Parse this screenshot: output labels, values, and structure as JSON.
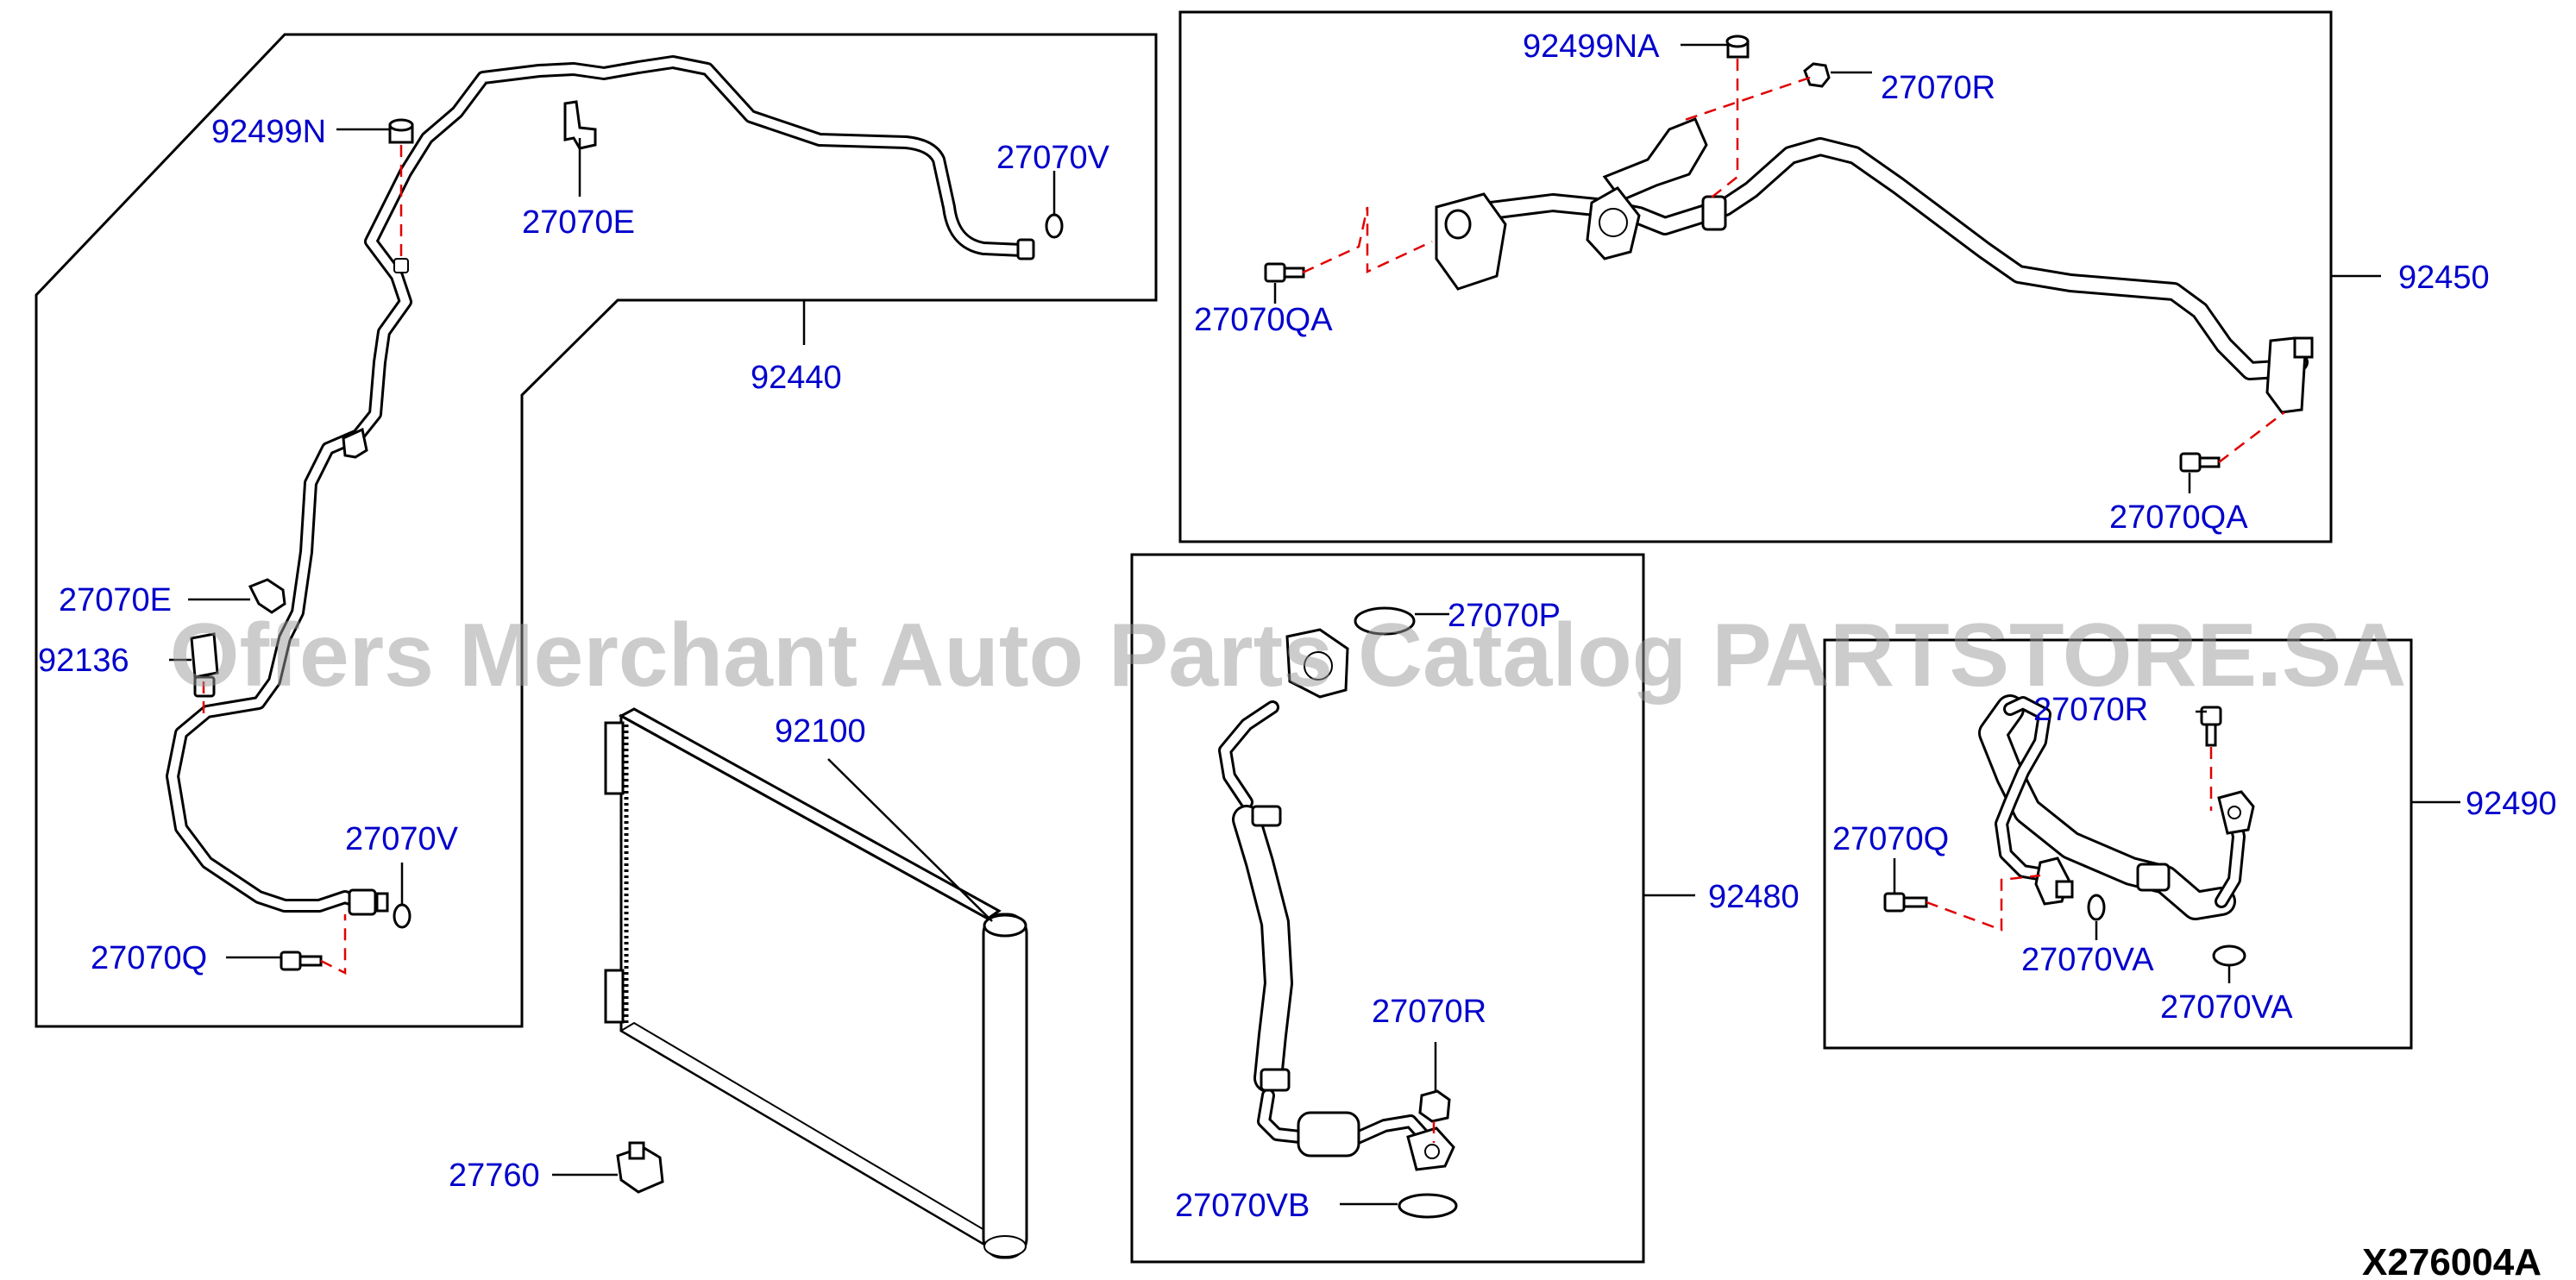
{
  "watermark": "Offers Merchant Auto Parts Catalog PARTSTORE.SA",
  "diagram_code": "X276004A",
  "colors": {
    "label": "#0000cc",
    "fastener_line": "#e00000",
    "outline": "#000000",
    "watermark": "#9a9a9a"
  },
  "groups": {
    "high_pressure_pipe": {
      "part_no": "92440",
      "callouts": [
        "92499N",
        "27070E",
        "27070V",
        "27070E",
        "92136",
        "27070V",
        "27070Q"
      ]
    },
    "low_pressure_pipe": {
      "part_no": "92450",
      "callouts": [
        "92499NA",
        "27070R",
        "27070QA",
        "27070QA"
      ]
    },
    "condenser": {
      "part_no": "92100",
      "callouts": [
        "27760"
      ]
    },
    "flexible_hose": {
      "part_no": "92480",
      "callouts": [
        "27070P",
        "27070R",
        "27070VB"
      ]
    },
    "hose_pipe_assy": {
      "part_no": "92490",
      "callouts": [
        "27070R",
        "27070Q",
        "27070VA",
        "27070VA"
      ]
    }
  }
}
